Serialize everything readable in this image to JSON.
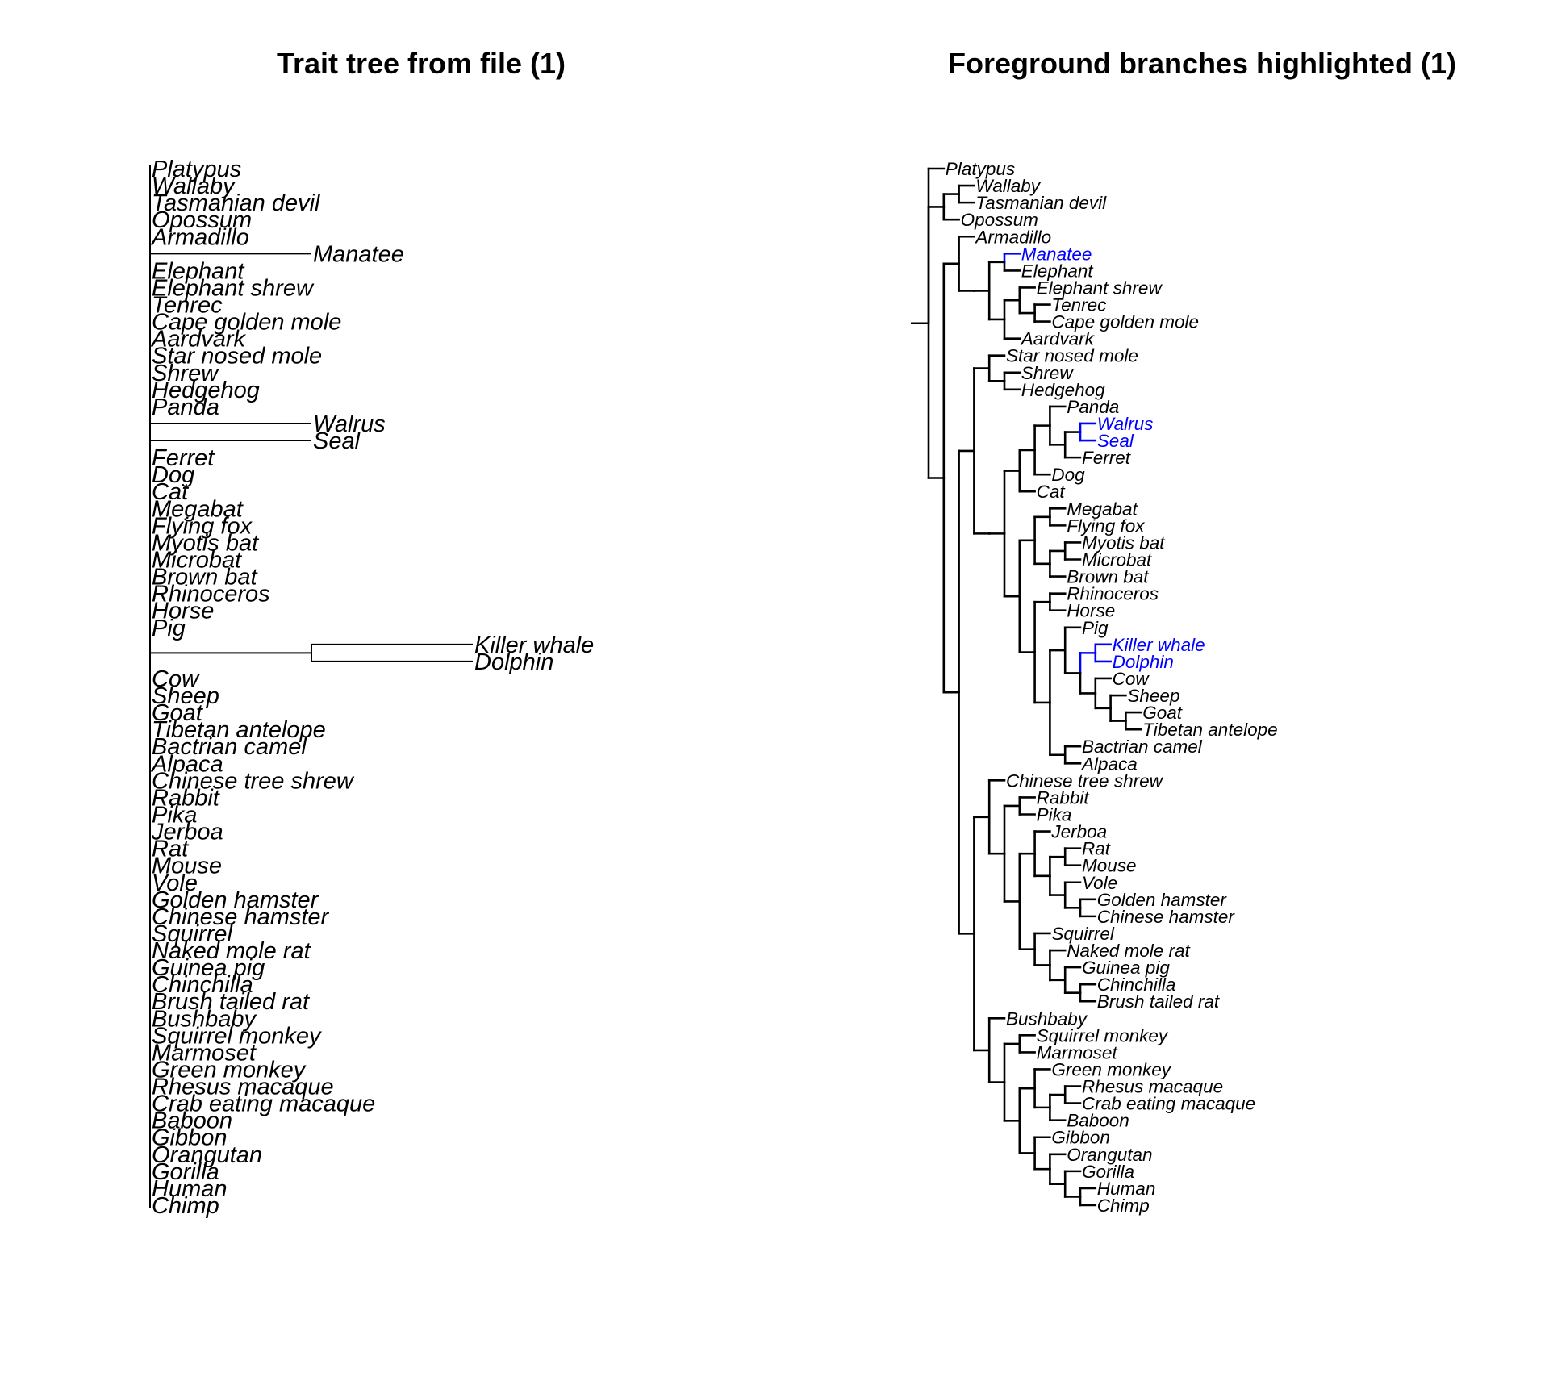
{
  "titles": {
    "left": "Trait tree from file (1)",
    "right": "Foreground branches highlighted (1)"
  },
  "colors": {
    "default": "#000000",
    "foreground": "#0000ff"
  },
  "left_tree": {
    "tips": [
      {
        "name": "Platypus"
      },
      {
        "name": "Wallaby"
      },
      {
        "name": "Tasmanian devil"
      },
      {
        "name": "Opossum"
      },
      {
        "name": "Armadillo"
      },
      {
        "name": "Manatee",
        "trait": 1
      },
      {
        "name": "Elephant"
      },
      {
        "name": "Elephant shrew"
      },
      {
        "name": "Tenrec"
      },
      {
        "name": "Cape golden mole"
      },
      {
        "name": "Aardvark"
      },
      {
        "name": "Star nosed mole"
      },
      {
        "name": "Shrew"
      },
      {
        "name": "Hedgehog"
      },
      {
        "name": "Panda"
      },
      {
        "name": "Walrus",
        "trait": 1
      },
      {
        "name": "Seal",
        "trait": 1
      },
      {
        "name": "Ferret"
      },
      {
        "name": "Dog"
      },
      {
        "name": "Cat"
      },
      {
        "name": "Megabat"
      },
      {
        "name": "Flying fox"
      },
      {
        "name": "Myotis bat"
      },
      {
        "name": "Microbat"
      },
      {
        "name": "Brown bat"
      },
      {
        "name": "Rhinoceros"
      },
      {
        "name": "Horse"
      },
      {
        "name": "Pig"
      },
      {
        "name": "Killer whale",
        "trait": 2
      },
      {
        "name": "Dolphin",
        "trait": 2
      },
      {
        "name": "Cow"
      },
      {
        "name": "Sheep"
      },
      {
        "name": "Goat"
      },
      {
        "name": "Tibetan antelope"
      },
      {
        "name": "Bactrian camel"
      },
      {
        "name": "Alpaca"
      },
      {
        "name": "Chinese tree shrew"
      },
      {
        "name": "Rabbit"
      },
      {
        "name": "Pika"
      },
      {
        "name": "Jerboa"
      },
      {
        "name": "Rat"
      },
      {
        "name": "Mouse"
      },
      {
        "name": "Vole"
      },
      {
        "name": "Golden hamster"
      },
      {
        "name": "Chinese hamster"
      },
      {
        "name": "Squirrel"
      },
      {
        "name": "Naked mole rat"
      },
      {
        "name": "Guinea pig"
      },
      {
        "name": "Chinchilla"
      },
      {
        "name": "Brush tailed rat"
      },
      {
        "name": "Bushbaby"
      },
      {
        "name": "Squirrel monkey"
      },
      {
        "name": "Marmoset"
      },
      {
        "name": "Green monkey"
      },
      {
        "name": "Rhesus macaque"
      },
      {
        "name": "Crab eating macaque"
      },
      {
        "name": "Baboon"
      },
      {
        "name": "Gibbon"
      },
      {
        "name": "Orangutan"
      },
      {
        "name": "Gorilla"
      },
      {
        "name": "Human"
      },
      {
        "name": "Chimp"
      }
    ]
  },
  "right_tree": {
    "newick": "(Platypus,((Wallaby,Tasmanian devil),Opossum),((Armadillo,(((Manatee,Elephant),((Elephant shrew,(Tenrec,Cape golden mole)),Aardvark)))),(((Star nosed mole,(Shrew,Hedgehog)),(((((Panda,((Walrus,Seal),Ferret)),Dog),Cat),(((Megabat,Flying fox),((Myotis bat,Microbat),Brown bat)),((Rhinoceros,Horse),((Pig,((Killer whale,Dolphin),(Cow,(Sheep,(Goat,Tibetan antelope))))),(Bactrian camel,Alpaca))))))),((Chinese tree shrew,((Rabbit,Pika),((Jerboa,((Rat,Mouse),(Vole,(Golden hamster,Chinese hamster)))),(Squirrel,(Naked mole rat,(Guinea pig,(Chinchilla,Brush tailed rat))))))),(Bushbaby,((Squirrel monkey,Marmoset),((Green monkey,((Rhesus macaque,Crab eating macaque),Baboon)),(Gibbon,(Orangutan,(Gorilla,(Human,Chimp))))))))));",
    "foreground": [
      "Manatee",
      "Walrus",
      "Seal",
      "Killer whale",
      "Dolphin",
      "Killer whale|Dolphin"
    ]
  }
}
